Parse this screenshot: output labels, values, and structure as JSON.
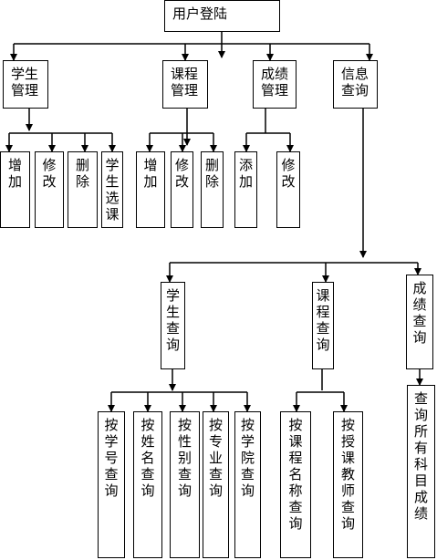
{
  "root": "用户登陆",
  "modules": [
    {
      "id": "student-mgmt",
      "label": "学生管理",
      "children": [
        "增加",
        "修改",
        "删除",
        "学生选课"
      ]
    },
    {
      "id": "course-mgmt",
      "label": "课程管理",
      "children": [
        "增加",
        "修改",
        "删除"
      ]
    },
    {
      "id": "grade-mgmt",
      "label": "成绩管理",
      "children": [
        "添加",
        "修改"
      ]
    },
    {
      "id": "info-query",
      "label": "信息查询"
    }
  ],
  "queries": [
    {
      "id": "student-query",
      "label": "学生查询",
      "children": [
        "按学号查询",
        "按姓名查询",
        "按性别查询",
        "按专业查询",
        "按学院查询"
      ]
    },
    {
      "id": "course-query",
      "label": "课程查询",
      "children": [
        "按课程名称查询",
        "按授课教师查询"
      ]
    },
    {
      "id": "grade-query",
      "label": "成绩查询",
      "children": [
        "查询所有科目成绩"
      ]
    }
  ]
}
